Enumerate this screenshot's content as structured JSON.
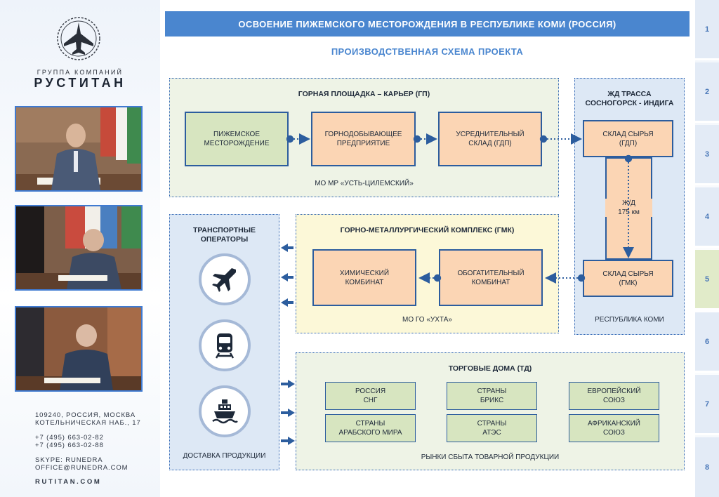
{
  "header": {
    "title": "ОСВОЕНИЕ ПИЖЕМСКОГО МЕСТОРОЖДЕНИЯ В РЕСПУБЛИКЕ КОМИ (РОССИЯ)",
    "subtitle": "ПРОИЗВОДСТВЕННАЯ СХЕМА ПРОЕКТА"
  },
  "sidebar": {
    "logo_icon": "jet-fighter-emblem",
    "group_label": "ГРУППА КОМПАНИЙ",
    "brand": "РУСТИТАН",
    "address": "109240, РОССИЯ, МОСКВА\nКОТЕЛЬНИЧЕСКАЯ НАБ., 17",
    "phones": "+7 (495) 663-02-82\n+7 (495) 663-02-88",
    "skype": "SKYPE: RUNEDRA\nOFFICE@RUNEDRA.COM",
    "site": "RUTITAN.COM"
  },
  "page_nav": {
    "pages": [
      "1",
      "2",
      "3",
      "4",
      "5",
      "6",
      "7",
      "8"
    ],
    "active": "5"
  },
  "mining_site": {
    "title": "ГОРНАЯ ПЛОЩАДКА – КАРЬЕР (ГП)",
    "boxes": [
      "ПИЖЕМСКОЕ\nМЕСТОРОЖДЕНИЕ",
      "ГОРНОДОБЫВАЮЩЕЕ\nПРЕДПРИЯТИЕ",
      "УСРЕДНИТЕЛЬНЫЙ\nСКЛАД (ГДП)"
    ],
    "footer": "МО МР «УСТЬ-ЦИЛЕМСКИЙ»"
  },
  "railway": {
    "title": "ЖД ТРАССА\nСОСНОГОРСК - ИНДИГА",
    "top_box": "СКЛАД СЫРЬЯ\n(ГДП)",
    "rail_label": "Ж/Д\n175 км",
    "bottom_box": "СКЛАД СЫРЬЯ\n(ГМК)",
    "footer": "РЕСПУБЛИКА КОМИ"
  },
  "transport": {
    "title": "ТРАНСПОРТНЫЕ\nОПЕРАТОРЫ",
    "icons": [
      "airplane-icon",
      "train-icon",
      "ship-icon"
    ],
    "footer": "ДОСТАВКА ПРОДУКЦИИ"
  },
  "gmk": {
    "title": "ГОРНО-МЕТАЛЛУРГИЧЕСКИЙ КОМПЛЕКС (ГМК)",
    "boxes": [
      "ХИМИЧЕСКИЙ\nКОМБИНАТ",
      "ОБОГАТИТЕЛЬНЫЙ\nКОМБИНАТ"
    ],
    "footer": "МО ГО «УХТА»"
  },
  "trade_houses": {
    "title": "ТОРГОВЫЕ ДОМА (ТД)",
    "markets": [
      "РОССИЯ\nСНГ",
      "СТРАНЫ\nБРИКС",
      "ЕВРОПЕЙСКИЙ\nСОЮЗ",
      "СТРАНЫ\nАРАБСКОГО МИРА",
      "СТРАНЫ\nАТЭС",
      "АФРИКАНСКИЙ\nСОЮЗ"
    ],
    "footer": "РЫНКИ СБЫТА ТОВАРНОЙ ПРОДУКЦИИ"
  },
  "colors": {
    "accent": "#4a86cf",
    "box_border": "#2c5d9e",
    "green_box": "#d7e5c0",
    "orange_box": "#fbd5b4",
    "green_region": "#eef3e6",
    "yellow_region": "#fcf8d8",
    "blue_region": "#dde8f5"
  }
}
